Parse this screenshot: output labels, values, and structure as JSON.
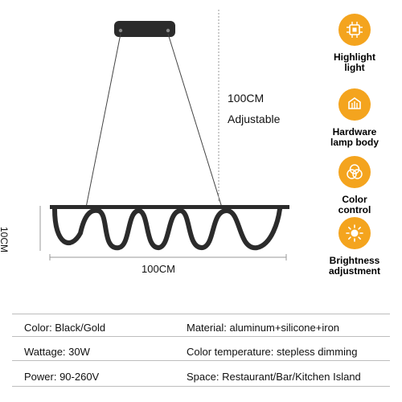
{
  "dimensions": {
    "height_label": "100CM",
    "height_note": "Adjustable",
    "side_label": "10CM",
    "width_label": "100CM"
  },
  "features": [
    {
      "label_line1": "Highlight",
      "label_line2": "light",
      "icon": "chip-icon"
    },
    {
      "label_line1": "Hardware",
      "label_line2": "lamp body",
      "icon": "lamp-body-icon"
    },
    {
      "label_line1": "Color",
      "label_line2": "control",
      "icon": "color-circles-icon"
    },
    {
      "label_line1": "Brightness",
      "label_line2": "adjustment",
      "icon": "brightness-icon"
    }
  ],
  "specs": {
    "color": "Color: Black/Gold",
    "wattage": "Wattage: 30W",
    "power": "Power: 90-260V",
    "material": "Material: aluminum+silicone+iron",
    "color_temperature": "Color temperature: stepless dimming",
    "space": "Space: Restaurant/Bar/Kitchen Island"
  },
  "colors": {
    "accent": "#f4a41e",
    "lamp": "#2b2b2b"
  }
}
